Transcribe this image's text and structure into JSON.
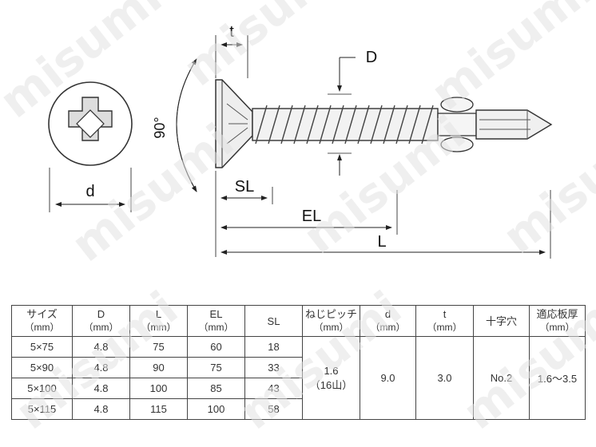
{
  "watermark": {
    "text": "misumi"
  },
  "drawing": {
    "labels": {
      "t": "t",
      "D": "D",
      "angle": "90°",
      "d": "d",
      "SL": "SL",
      "EL": "EL",
      "L": "L"
    }
  },
  "table": {
    "headers": [
      {
        "line1": "サイズ",
        "line2": "（mm）"
      },
      {
        "line1": "D",
        "line2": "（mm）"
      },
      {
        "line1": "L",
        "line2": "（mm）"
      },
      {
        "line1": "EL",
        "line2": "（mm）"
      },
      {
        "line1": "SL",
        "line2": ""
      },
      {
        "line1": "ねじピッチ",
        "line2": "（mm）"
      },
      {
        "line1": "d",
        "line2": "（mm）"
      },
      {
        "line1": "t",
        "line2": "（mm）"
      },
      {
        "line1": "十字穴",
        "line2": ""
      },
      {
        "line1": "適応板厚",
        "line2": "（mm）"
      }
    ],
    "rows": [
      {
        "size": "5×75",
        "D": "4.8",
        "L": "75",
        "EL": "60",
        "SL": "18"
      },
      {
        "size": "5×90",
        "D": "4.8",
        "L": "90",
        "EL": "75",
        "SL": "33"
      },
      {
        "size": "5×100",
        "D": "4.8",
        "L": "100",
        "EL": "85",
        "SL": "43"
      },
      {
        "size": "5×115",
        "D": "4.8",
        "L": "115",
        "EL": "100",
        "SL": "58"
      }
    ],
    "shared": {
      "pitch_line1": "1.6",
      "pitch_line2": "（16山）",
      "d": "9.0",
      "t": "3.0",
      "cross": "No.2",
      "thickness": "1.6〜3.5"
    }
  }
}
